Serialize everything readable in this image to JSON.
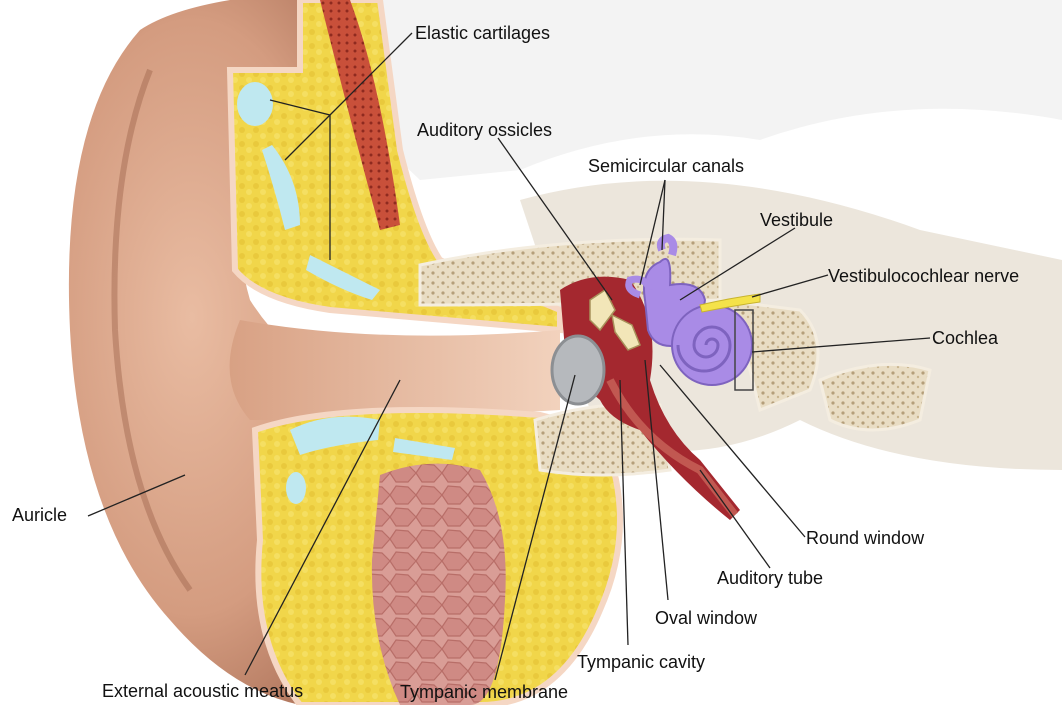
{
  "diagram": {
    "labels": {
      "elastic_cartilages": "Elastic cartilages",
      "auditory_ossicles": "Auditory ossicles",
      "semicircular_canals": "Semicircular canals",
      "vestibule": "Vestibule",
      "vestibulocochlear_nerve": "Vestibulocochlear nerve",
      "cochlea": "Cochlea",
      "auricle": "Auricle",
      "round_window": "Round window",
      "auditory_tube": "Auditory tube",
      "oval_window": "Oval window",
      "tympanic_cavity": "Tympanic cavity",
      "external_acoustic_meatus": "External acoustic meatus",
      "tympanic_membrane": "Tympanic membrane"
    },
    "colors": {
      "skin": "#d9a58a",
      "skin_dark": "#b97e62",
      "fat": "#f1d64a",
      "cartilage": "#bfe8f0",
      "bone": "#e8dcc3",
      "muscle": "#c8847e",
      "cavity": "#a4282f",
      "inner_ear": "#a98be6",
      "nerve": "#f4e24a",
      "membrane": "#b6b9bd"
    }
  }
}
